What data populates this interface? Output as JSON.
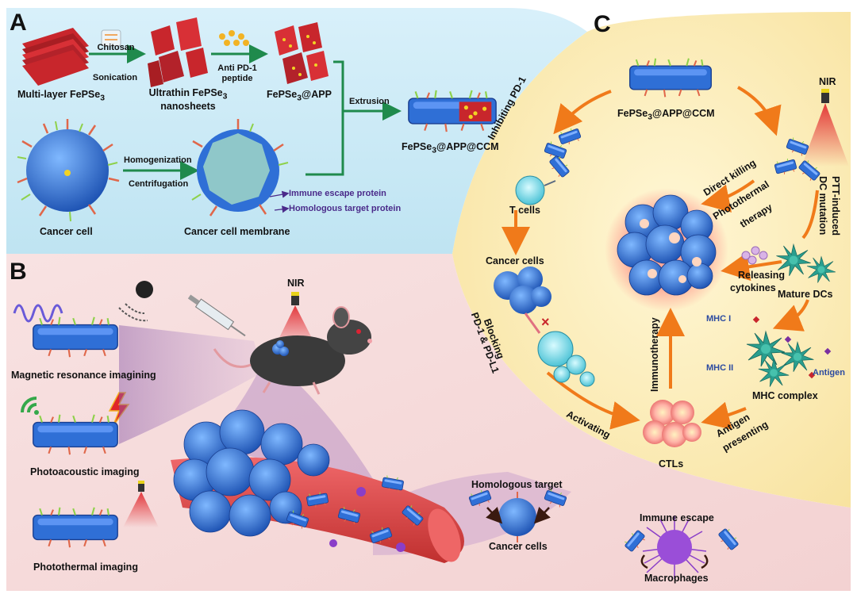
{
  "panels": {
    "a": "A",
    "b": "B",
    "c": "C"
  },
  "panel_a": {
    "multilayer": "Multi-layer FePSe",
    "multilayer_sub": "3",
    "chitosan": "Chitosan",
    "sonication": "Sonication",
    "ultrathin": "Ultrathin FePSe",
    "ultrathin_sub": "3",
    "nanosheets": "nanosheets",
    "anti_pd1": "Anti PD-1",
    "peptide": "peptide",
    "fepse_app": "FePSe",
    "fepse_app_sub": "3",
    "fepse_app_suffix": "@APP",
    "extrusion": "Extrusion",
    "fepse_ccm": "FePSe",
    "fepse_ccm_sub": "3",
    "fepse_ccm_suffix": "@APP@CCM",
    "homogenization": "Homogenization",
    "centrifugation": "Centrifugation",
    "immune_escape_protein": "Immune escape protein",
    "homologous_target_protein": "Homologous target protein",
    "cancer_cell": "Cancer cell",
    "cancer_cell_membrane": "Cancer cell membrane"
  },
  "panel_b": {
    "mri": "Magnetic resonance imagining",
    "pai": "Photoacoustic imaging",
    "pti": "Photothermal imaging",
    "nir": "NIR",
    "homologous_target": "Homologous target",
    "cancer_cells": "Cancer cells",
    "immune_escape": "Immune escape",
    "macrophages": "Macrophages"
  },
  "panel_c": {
    "fepse_ccm": "FePSe",
    "fepse_ccm_sub": "3",
    "fepse_ccm_suffix": "@APP@CCM",
    "nir": "NIR",
    "inhibiting": "Inhibiting PD-1",
    "t_cells": "T cells",
    "cancer_cells": "Cancer cells",
    "blocking1": "Blocking",
    "blocking2": "PD-1 & PD-L1",
    "activating": "Activating",
    "ctls": "CTLs",
    "immunotherapy": "Immunotherapy",
    "direct_killing": "Direct killing",
    "photothermal1": "Photothermal",
    "photothermal2": "therapy",
    "ptt1": "PTT-induced",
    "ptt2": "DC mutation",
    "releasing1": "Releasing",
    "releasing2": "cytokines",
    "mature_dcs": "Mature DCs",
    "mhc1": "MHC I",
    "mhc2": "MHC II",
    "antigen": "Antigen",
    "mhc_complex": "MHC complex",
    "antigen_presenting1": "Antigen",
    "antigen_presenting2": "presenting"
  },
  "colors": {
    "panel_a_bg": "#cdeaf5",
    "panel_b_bg": "#f6dcdc",
    "panel_c_bg": "#fbedb8",
    "nanosheet_blue": "#2f6fd6",
    "nanosheet_red": "#c8262c",
    "arrow_green": "#1f8a4c",
    "arrow_orange": "#f07a1a",
    "purple_text": "#4a2a8a",
    "dc_teal": "#2a9e8e"
  }
}
